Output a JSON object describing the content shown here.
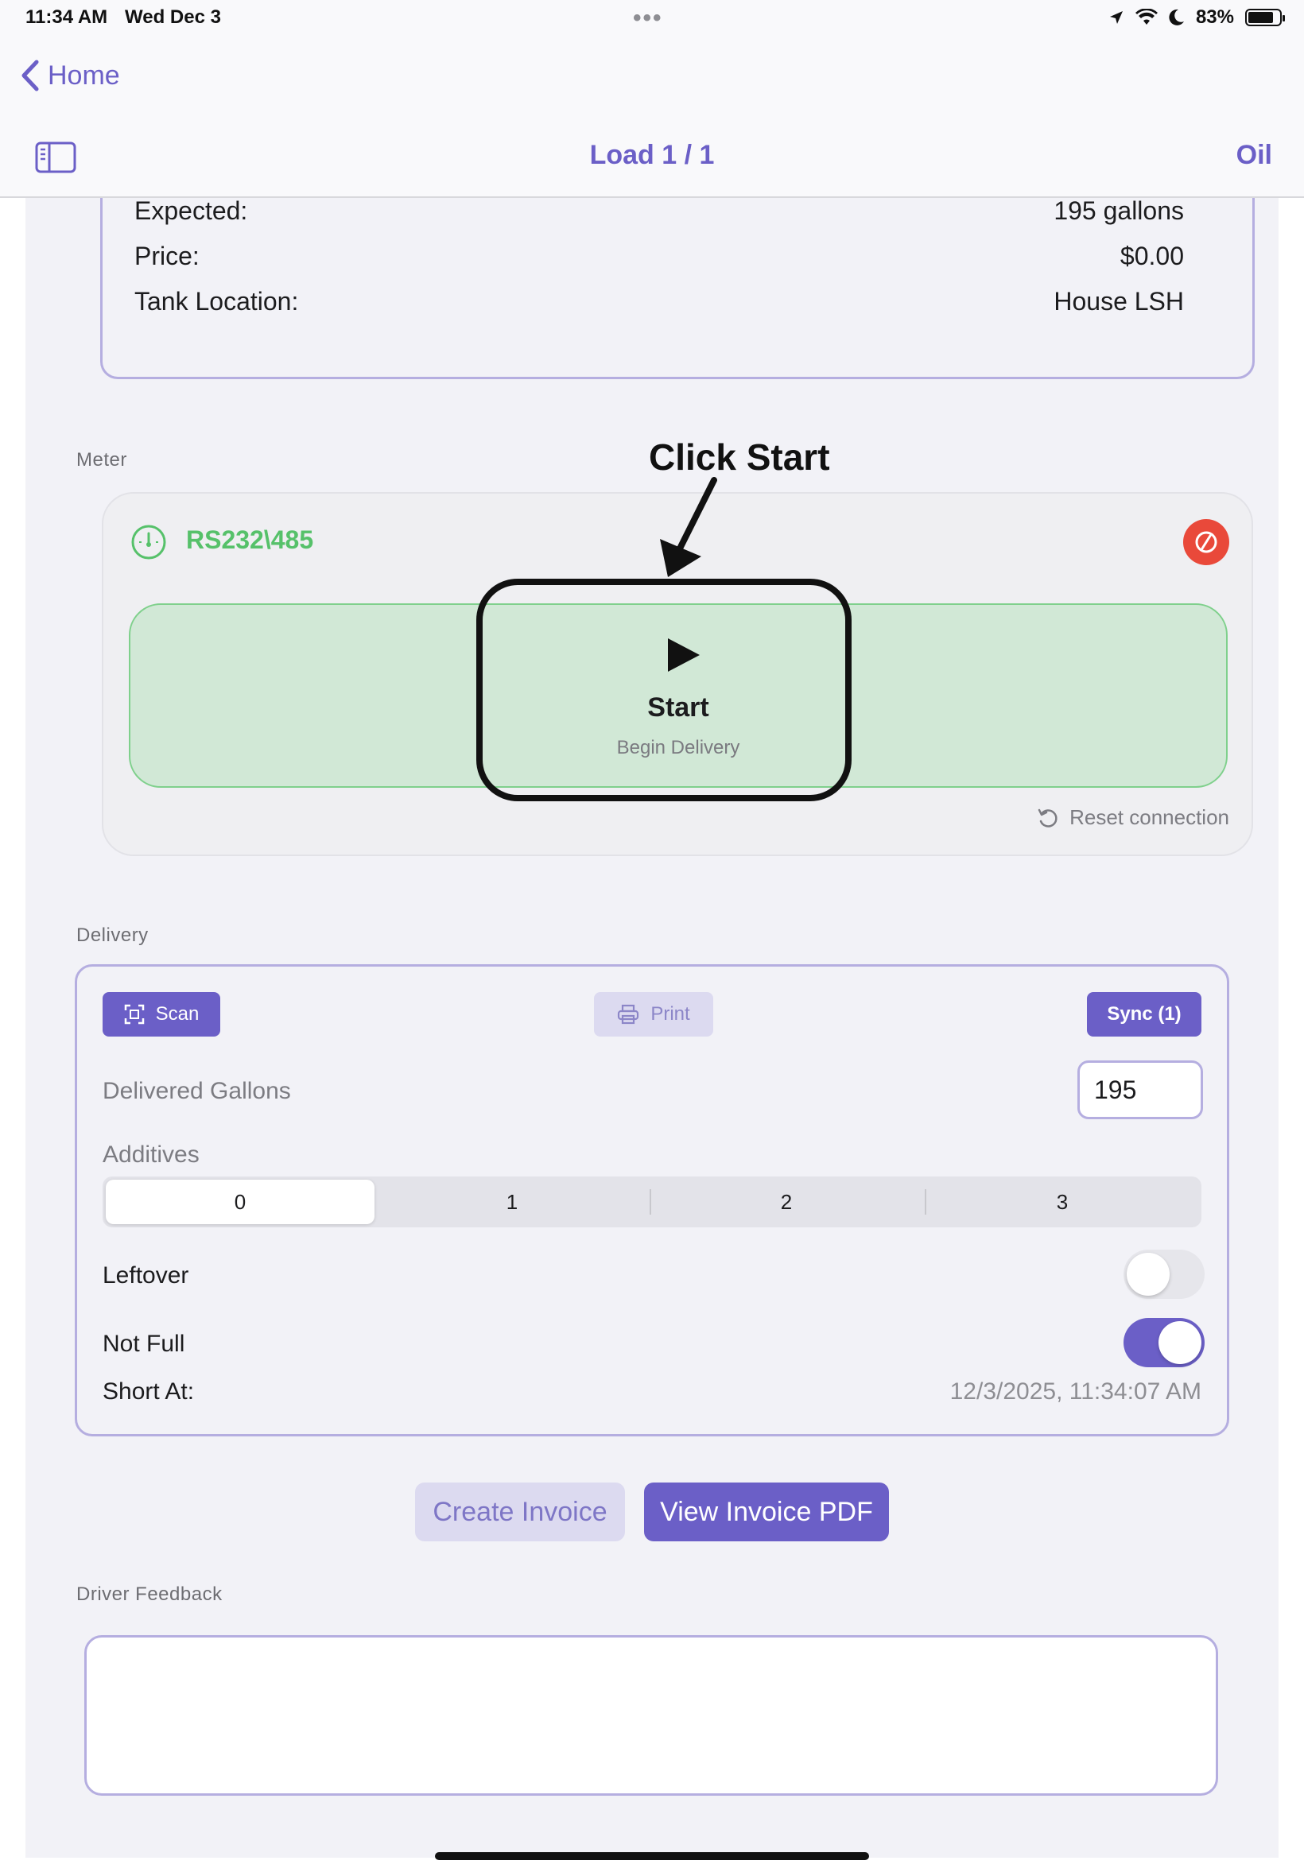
{
  "status_bar": {
    "time": "11:34 AM",
    "date": "Wed Dec 3",
    "dots": "•••",
    "battery": "83%",
    "battery_level": 0.83
  },
  "nav": {
    "back_label": "Home",
    "title": "Load 1 / 1",
    "right_label": "Oil"
  },
  "info": {
    "rows": [
      {
        "label": "Expected:",
        "value": "195 gallons"
      },
      {
        "label": "Price:",
        "value": "$0.00"
      },
      {
        "label": "Tank Location:",
        "value": "House LSH"
      }
    ]
  },
  "meter": {
    "section_label": "Meter",
    "name": "RS232\\485",
    "start_label": "Start",
    "start_sublabel": "Begin Delivery",
    "reset_label": "Reset connection",
    "accent_color": "#56c16a",
    "stop_color": "#e9493a"
  },
  "annotation": {
    "text": "Click Start"
  },
  "delivery": {
    "section_label": "Delivery",
    "scan_label": "Scan",
    "print_label": "Print",
    "sync_label": "Sync (1)",
    "delivered_gallons_label": "Delivered Gallons",
    "delivered_gallons_value": "195",
    "additives_label": "Additives",
    "additives_options": [
      "0",
      "1",
      "2",
      "3"
    ],
    "additives_selected": "0",
    "leftover_label": "Leftover",
    "leftover_on": false,
    "not_full_label": "Not Full",
    "not_full_on": true,
    "short_at_label": "Short At:",
    "short_at_value": "12/3/2025, 11:34:07 AM",
    "accent_color": "#6b5fc7"
  },
  "actions": {
    "create_invoice": "Create Invoice",
    "view_invoice_pdf": "View Invoice PDF"
  },
  "feedback": {
    "section_label": "Driver Feedback",
    "value": ""
  }
}
